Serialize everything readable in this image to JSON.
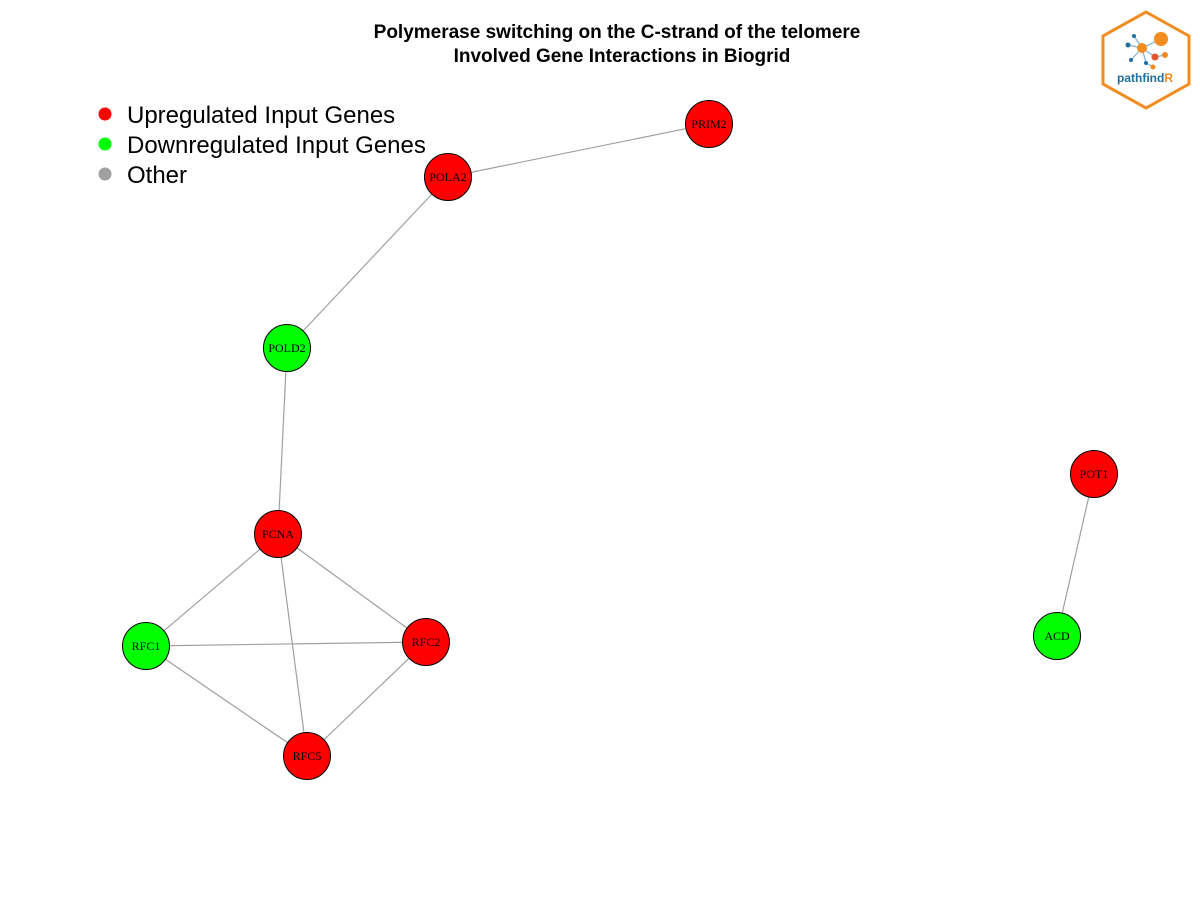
{
  "title": {
    "line1": "Polymerase switching on the C-strand of the telomere",
    "line2": "Involved Gene Interactions in Biogrid"
  },
  "legend": [
    {
      "label": "Upregulated Input Genes",
      "color": "#ff0000"
    },
    {
      "label": "Downregulated Input Genes",
      "color": "#00ff00"
    },
    {
      "label": "Other",
      "color": "#a0a0a0"
    }
  ],
  "logo": {
    "text_main": "pathfind",
    "text_accent": "R",
    "border_color": "#f28c1e",
    "text_color": "#1f6f9f",
    "accent_color": "#f28c1e"
  },
  "colors": {
    "up": "#ff0000",
    "down": "#00ff00",
    "other": "#a0a0a0",
    "edge": "#a0a0a0"
  },
  "nodes": [
    {
      "id": "PRIM2",
      "label": "PRIM2",
      "status": "up"
    },
    {
      "id": "POLA2",
      "label": "POLA2",
      "status": "up"
    },
    {
      "id": "POLD2",
      "label": "POLD2",
      "status": "down"
    },
    {
      "id": "PCNA",
      "label": "PCNA",
      "status": "up"
    },
    {
      "id": "RFC1",
      "label": "RFC1",
      "status": "down"
    },
    {
      "id": "RFC2",
      "label": "RFC2",
      "status": "up"
    },
    {
      "id": "RFC5",
      "label": "RFC5",
      "status": "up"
    },
    {
      "id": "POT1",
      "label": "POT1",
      "status": "up"
    },
    {
      "id": "ACD",
      "label": "ACD",
      "status": "down"
    }
  ],
  "edges": [
    [
      "POLA2",
      "PRIM2"
    ],
    [
      "POLA2",
      "POLD2"
    ],
    [
      "POLD2",
      "PCNA"
    ],
    [
      "PCNA",
      "RFC1"
    ],
    [
      "PCNA",
      "RFC2"
    ],
    [
      "PCNA",
      "RFC5"
    ],
    [
      "RFC1",
      "RFC2"
    ],
    [
      "RFC1",
      "RFC5"
    ],
    [
      "RFC2",
      "RFC5"
    ],
    [
      "POT1",
      "ACD"
    ]
  ]
}
